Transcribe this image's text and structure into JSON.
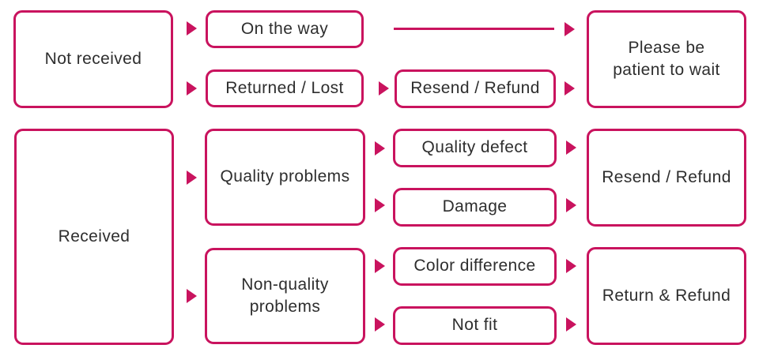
{
  "colors": {
    "accent": "#c9135e",
    "text": "#2e2e2e",
    "background": "#ffffff"
  },
  "diagram": {
    "type": "flowchart",
    "nodes": {
      "not_received": {
        "label": "Not received"
      },
      "on_the_way": {
        "label": "On the way"
      },
      "returned_lost": {
        "label": "Returned / Lost"
      },
      "resend_refund_top": {
        "label": "Resend / Refund"
      },
      "please_wait": {
        "label": "Please be\npatient to wait"
      },
      "received": {
        "label": "Received"
      },
      "quality_problems": {
        "label": "Quality problems"
      },
      "quality_defect": {
        "label": "Quality defect"
      },
      "damage": {
        "label": "Damage"
      },
      "resend_refund_bottom": {
        "label": "Resend / Refund"
      },
      "non_quality_problems": {
        "label": "Non-quality\nproblems"
      },
      "color_difference": {
        "label": "Color difference"
      },
      "not_fit": {
        "label": "Not fit"
      },
      "return_refund": {
        "label": "Return & Refund"
      }
    },
    "edges": [
      {
        "from": "not_received",
        "to": "on_the_way"
      },
      {
        "from": "not_received",
        "to": "returned_lost"
      },
      {
        "from": "on_the_way",
        "to": "please_wait"
      },
      {
        "from": "returned_lost",
        "to": "resend_refund_top"
      },
      {
        "from": "resend_refund_top",
        "to": "please_wait"
      },
      {
        "from": "received",
        "to": "quality_problems"
      },
      {
        "from": "quality_problems",
        "to": "quality_defect"
      },
      {
        "from": "quality_problems",
        "to": "damage"
      },
      {
        "from": "quality_defect",
        "to": "resend_refund_bottom"
      },
      {
        "from": "damage",
        "to": "resend_refund_bottom"
      },
      {
        "from": "received",
        "to": "non_quality_problems"
      },
      {
        "from": "non_quality_problems",
        "to": "color_difference"
      },
      {
        "from": "non_quality_problems",
        "to": "not_fit"
      },
      {
        "from": "color_difference",
        "to": "return_refund"
      },
      {
        "from": "not_fit",
        "to": "return_refund"
      }
    ]
  }
}
